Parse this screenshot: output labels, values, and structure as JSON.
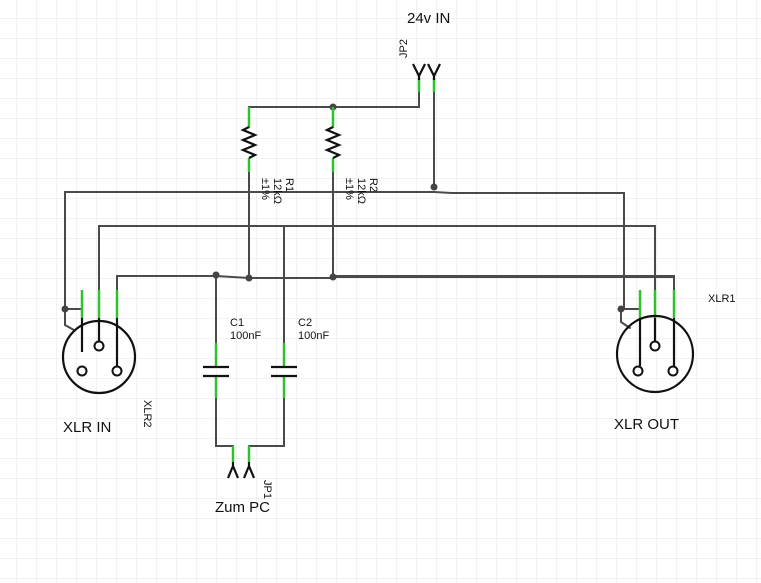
{
  "title": "24v IN",
  "connectors": {
    "jp2": "JP2",
    "jp1": "JP1",
    "jp1_caption": "Zum PC",
    "xlr_in_ref": "XLR2",
    "xlr_in_caption": "XLR IN",
    "xlr_out_ref": "XLR1",
    "xlr_out_caption": "XLR OUT"
  },
  "resistors": [
    {
      "ref": "R1",
      "value": "12kΩ",
      "tolerance": "±1%"
    },
    {
      "ref": "R2",
      "value": "12kΩ",
      "tolerance": "±1%"
    }
  ],
  "capacitors": [
    {
      "ref": "C1",
      "value": "100nF"
    },
    {
      "ref": "C2",
      "value": "100nF"
    }
  ],
  "colors": {
    "wire": "#4a4a4a",
    "pin": "#2fc22f",
    "grid": "#e6e6e6",
    "part": "#111111"
  }
}
